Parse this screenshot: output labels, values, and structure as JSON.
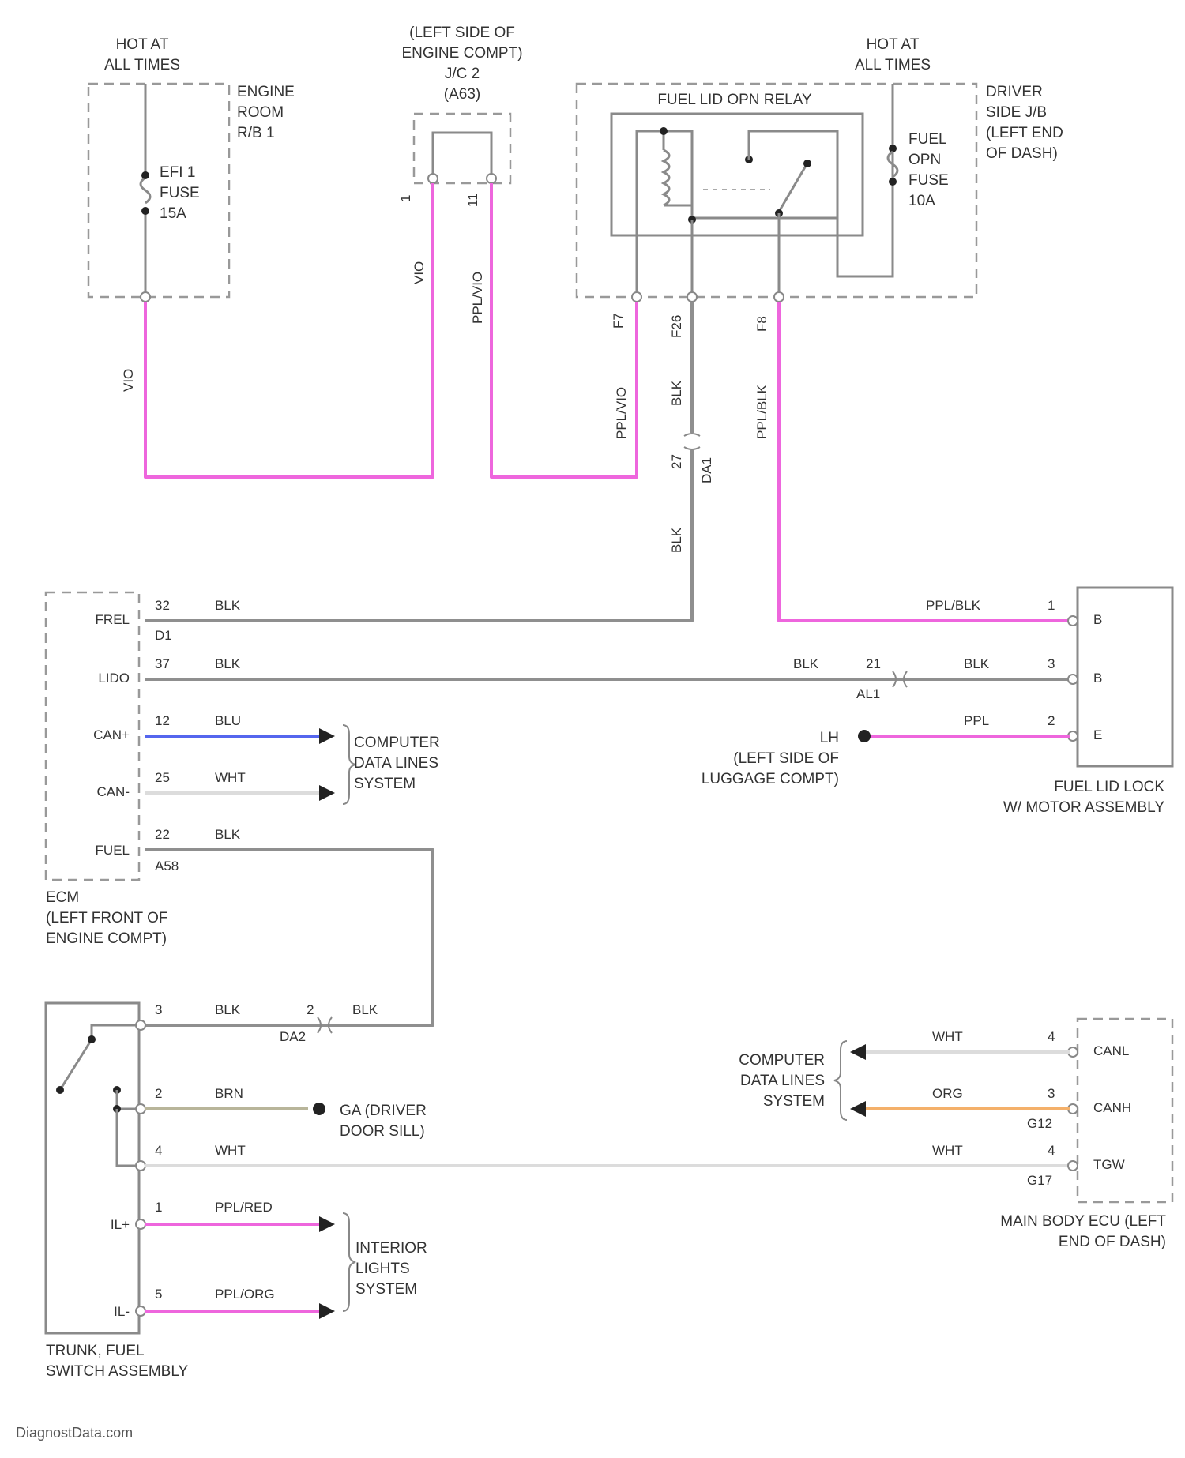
{
  "labels": {
    "hot1": [
      "HOT AT",
      "ALL TIMES"
    ],
    "engine_rb": [
      "ENGINE",
      "ROOM",
      "R/B 1"
    ],
    "efi_fuse": [
      "EFI 1",
      "FUSE",
      "15A"
    ],
    "jc_title": [
      "(LEFT SIDE OF",
      "ENGINE COMPT)",
      "J/C 2",
      "(A63)"
    ],
    "jc_pin_a": "1",
    "jc_pin_b": "11",
    "hot2": [
      "HOT AT",
      "ALL TIMES"
    ],
    "relay_title": "FUEL LID OPN RELAY",
    "driver_jb": [
      "DRIVER",
      "SIDE J/B",
      "(LEFT END",
      "OF DASH)"
    ],
    "fuel_opn_fuse": [
      "FUEL",
      "OPN",
      "FUSE",
      "10A"
    ],
    "ecm_pins": [
      "FREL",
      "LIDO",
      "CAN+",
      "CAN-",
      "FUEL"
    ],
    "ecm_title": [
      "ECM",
      "(LEFT FRONT OF",
      "ENGINE COMPT)"
    ],
    "computer_data_lines_1": [
      "COMPUTER",
      "DATA LINES",
      "SYSTEM"
    ],
    "computer_data_lines_2": [
      "COMPUTER",
      "DATA LINES",
      "SYSTEM"
    ],
    "ground_lh": [
      "LH",
      "(LEFT SIDE OF",
      "LUGGAGE COMPT)"
    ],
    "motor_pins": [
      "B",
      "B",
      "E"
    ],
    "motor_title": [
      "FUEL LID LOCK",
      "W/ MOTOR ASSEMBLY"
    ],
    "switch_pins": [
      "IL+",
      "IL-"
    ],
    "switch_title": [
      "TRUNK, FUEL",
      "SWITCH ASSEMBLY"
    ],
    "ground_gh": [
      "GA (DRIVER",
      "DOOR SILL)"
    ],
    "interior_lights": [
      "INTERIOR",
      "LIGHTS",
      "SYSTEM"
    ],
    "ecu_pins": [
      "CANL",
      "CANH",
      "TGW"
    ],
    "ecu_title": [
      "MAIN BODY ECU (LEFT",
      "END OF DASH)"
    ],
    "watermark": "DiagnostData.com"
  },
  "wires": {
    "efi_out": "VIO",
    "jc_left": "VIO",
    "jc_right": "PPL/VIO",
    "relay_in": "PPL/VIO",
    "relay_ground": "BLK",
    "relay_out": "PPL/BLK",
    "splice_down": "BLK",
    "frel": {
      "pin": "32",
      "color": "BLK",
      "conn": "D1"
    },
    "lido": {
      "pin": "37",
      "color": "BLK"
    },
    "canh": {
      "pin": "12",
      "color": "BLU"
    },
    "canl": {
      "pin": "25",
      "color": "WHT"
    },
    "fuel": {
      "pin": "22",
      "color": "BLK",
      "conn": "A58"
    },
    "motor_b1": {
      "pin": "1",
      "color": "PPL/BLK"
    },
    "motor_b2": {
      "left_color": "BLK",
      "inline_pin": "21",
      "inline_conn": "AL1",
      "color": "BLK",
      "pin": "3"
    },
    "motor_e": {
      "pin": "2",
      "color": "PPL"
    },
    "sw_top": {
      "pin": "3",
      "color": "BLK",
      "inline_pin": "2",
      "inline_color": "BLK",
      "inline_conn": "DA2"
    },
    "sw_brn": {
      "pin": "2",
      "color": "BRN"
    },
    "sw_wht": {
      "pin": "4",
      "color": "WHT"
    },
    "sw_il_plus": {
      "pin": "1",
      "color": "PPL/RED"
    },
    "sw_il_minus": {
      "pin": "5",
      "color": "PPL/ORG"
    },
    "ecu_canl": {
      "pin": "4",
      "color": "WHT"
    },
    "ecu_canh": {
      "pin": "3",
      "color": "ORG",
      "conn": "G12"
    },
    "ecu_tgw": {
      "pin": "4",
      "color": "WHT",
      "conn": "G17"
    }
  },
  "pins": {
    "relay_p1": "F7",
    "relay_p2": "F26",
    "relay_p3": "F8",
    "splice_pin": "27",
    "splice_conn": "DA1"
  },
  "colors": {
    "VIO": "#ee66dd",
    "BLK": "#8f8f8f",
    "BLU": "#5566ee",
    "WHT": "#dcdcdc",
    "BRN": "#b8b59a",
    "ORG": "#f4b06a"
  }
}
